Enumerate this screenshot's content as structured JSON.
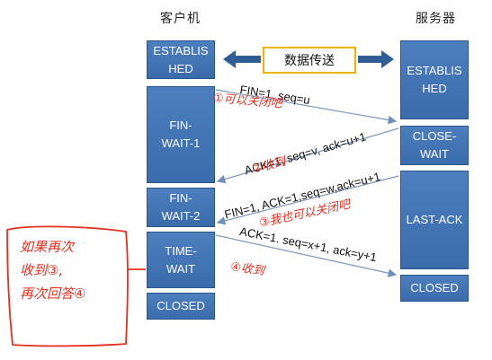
{
  "headers": {
    "client": "客户机",
    "server": "服务器"
  },
  "client_states": [
    "ESTABLIS\nHED",
    "FIN-\nWAIT-1",
    "FIN-\nWAIT-2",
    "TIME-\nWAIT",
    "CLOSED"
  ],
  "server_states": [
    "ESTABLIS\nHED",
    "CLOSE-\nWAIT",
    "LAST-ACK",
    "CLOSED"
  ],
  "data_transfer": "数据传送",
  "messages": [
    "FIN=1. seq=u",
    "ACK=1, seq=v, ack=u+1",
    "FIN=1, ACK=1,seq=w,ack=u+1",
    "ACK=1. seq=x+1, ack=y+1"
  ],
  "annotations": [
    "①可以关闭吧",
    "②收到",
    "③我也可以关闭吧",
    "④收到"
  ],
  "side_note": "如果再次\n收到③,\n再次回答④"
}
